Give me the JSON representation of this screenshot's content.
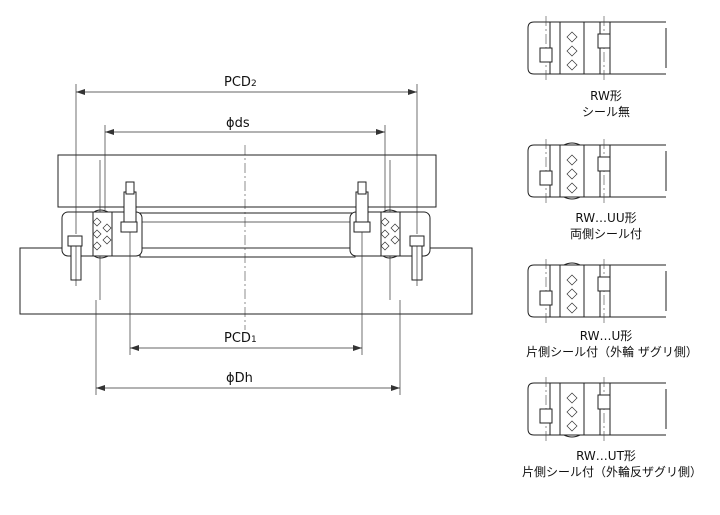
{
  "dimensions": {
    "pcd2": "PCD",
    "pcd2_sub": "2",
    "ds": "ϕds",
    "pcd1": "PCD",
    "pcd1_sub": "1",
    "dh": "ϕDh"
  },
  "variants": [
    {
      "line1": "RW形",
      "line2": "シール無"
    },
    {
      "line1": "RW…UU形",
      "line2": "両側シール付"
    },
    {
      "line1": "RW…U形",
      "line2": "片側シール付（外輪 ザグリ側）"
    },
    {
      "line1": "RW…UT形",
      "line2": "片側シール付（外輪反ザグリ側）"
    }
  ]
}
